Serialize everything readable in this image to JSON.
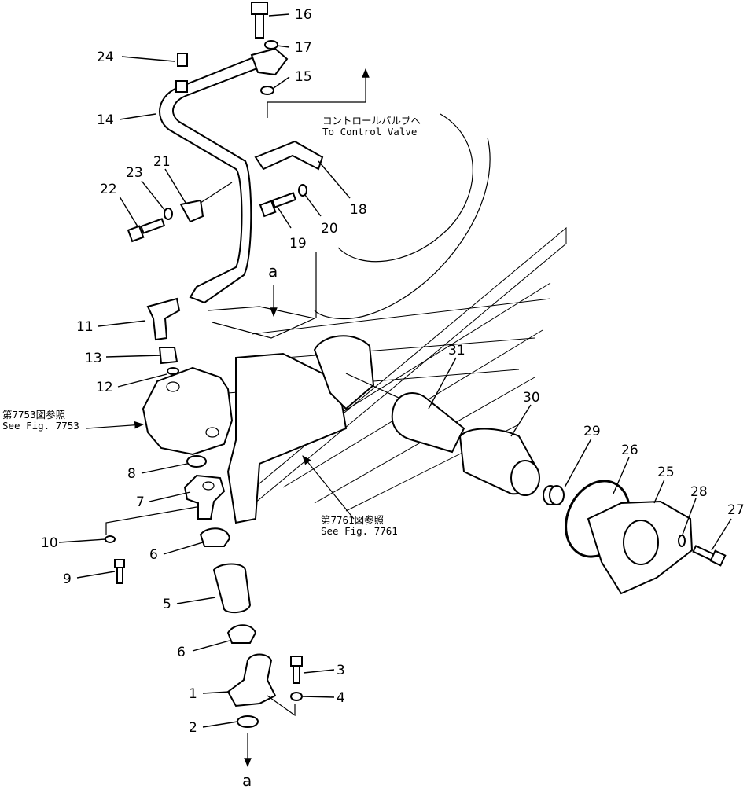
{
  "diagram": {
    "callouts": [
      "1",
      "2",
      "3",
      "4",
      "5",
      "6",
      "6",
      "7",
      "8",
      "9",
      "10",
      "11",
      "12",
      "13",
      "14",
      "15",
      "16",
      "17",
      "18",
      "19",
      "20",
      "21",
      "22",
      "23",
      "24",
      "25",
      "26",
      "27",
      "28",
      "29",
      "30",
      "31"
    ],
    "ref_a_top": "a",
    "ref_a_bottom": "a",
    "notes": {
      "control_valve_jp": "コントロールバルブへ",
      "control_valve_en": "To  Control  Valve",
      "fig7753_jp": "第7753図参照",
      "fig7753_en": "See  Fig.  7753",
      "fig7761_jp": "第7761図参照",
      "fig7761_en": "See  Fig.  7761"
    }
  }
}
